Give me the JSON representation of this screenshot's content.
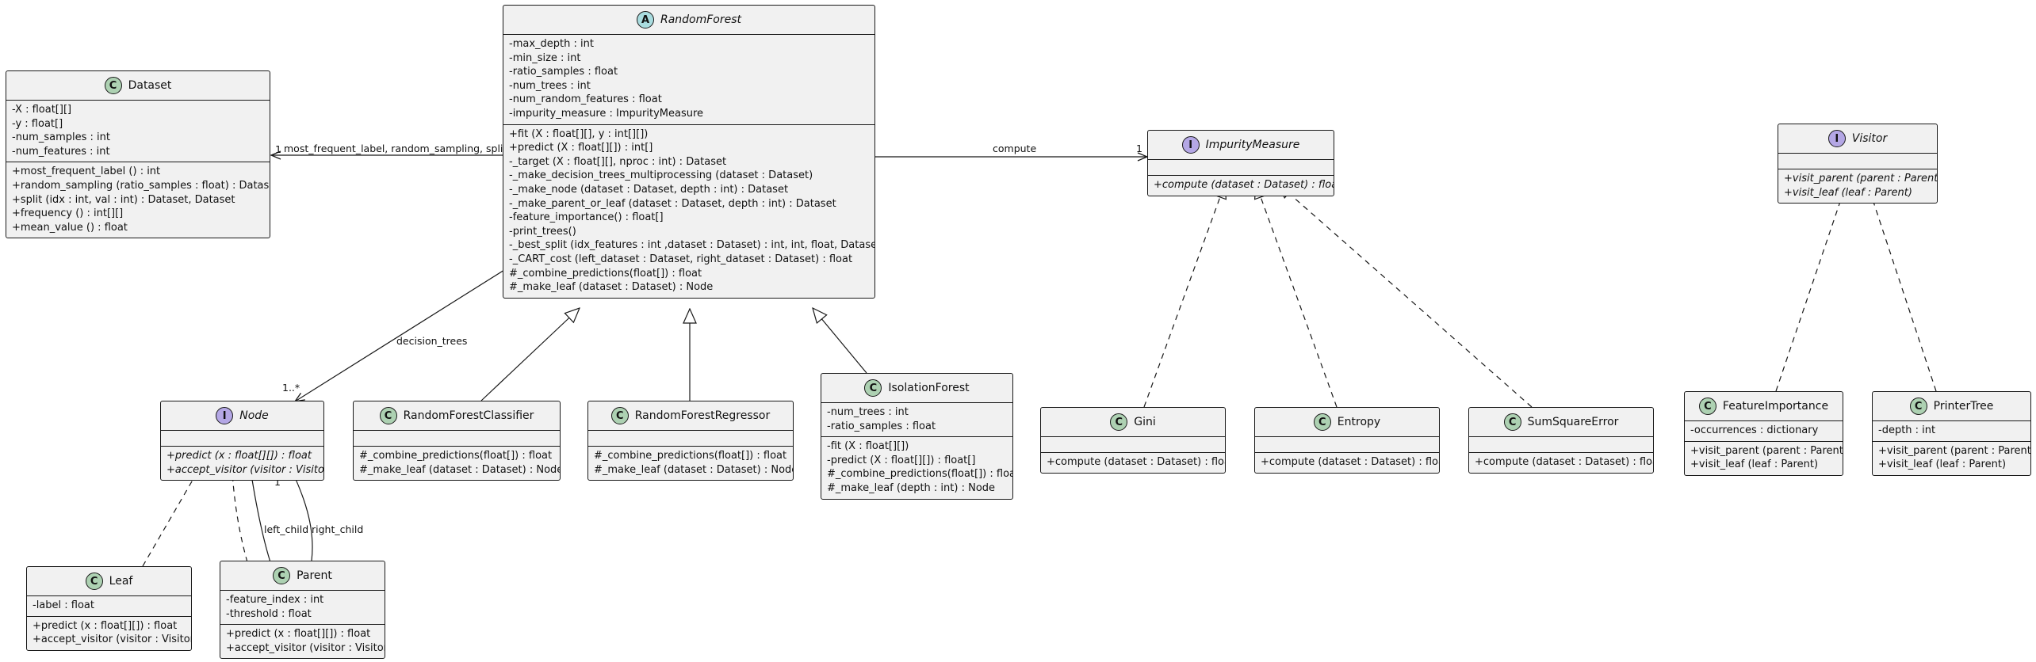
{
  "classes": {
    "randomforest": {
      "stereotype": "A",
      "name": "RandomForest",
      "attributes": [
        "-max_depth : int",
        "-min_size : int",
        "-ratio_samples : float",
        "-num_trees : int",
        "-num_random_features : float",
        "-impurity_measure : ImpurityMeasure"
      ],
      "methods": [
        "+fit (X : float[][], y : int[][])",
        "+predict (X : float[][]) : int[]",
        "-_target (X : float[][], nproc : int) : Dataset",
        "-_make_decision_trees_multiprocessing (dataset : Dataset)",
        "-_make_node (dataset : Dataset, depth : int) : Dataset",
        "-_make_parent_or_leaf (dataset : Dataset, depth : int) : Dataset",
        "-feature_importance() : float[]",
        "-print_trees()",
        "-_best_split (idx_features : int ,dataset : Dataset) : int, int, float, Dataset[]",
        "-_CART_cost (left_dataset : Dataset, right_dataset : Dataset) : float",
        "#_combine_predictions(float[]) : float",
        "#_make_leaf (dataset : Dataset) : Node"
      ]
    },
    "dataset": {
      "stereotype": "C",
      "name": "Dataset",
      "attributes": [
        "-X : float[][]",
        "-y : float[]",
        "-num_samples : int",
        "-num_features : int"
      ],
      "methods": [
        "+most_frequent_label () : int",
        "+random_sampling (ratio_samples : float) : Dataset",
        "+split (idx : int, val : int) : Dataset, Dataset",
        "+frequency () : int[][]",
        "+mean_value () : float"
      ]
    },
    "impuritymeasure": {
      "stereotype": "I",
      "name": "ImpurityMeasure",
      "attributes": [],
      "methods": [
        "+compute (dataset : Dataset) : float"
      ],
      "abstract_methods": true
    },
    "visitor": {
      "stereotype": "I",
      "name": "Visitor",
      "attributes": [],
      "methods": [
        "+visit_parent (parent : Parent)",
        "+visit_leaf (leaf : Parent)"
      ],
      "abstract_methods": true
    },
    "node": {
      "stereotype": "I",
      "name": "Node",
      "attributes": [],
      "methods": [
        "+predict (x : float[][]) : float",
        "+accept_visitor (visitor : Visitor)"
      ],
      "abstract_methods": true
    },
    "randomforestclassifier": {
      "stereotype": "C",
      "name": "RandomForestClassifier",
      "attributes": [],
      "methods": [
        "#_combine_predictions(float[]) : float",
        "#_make_leaf (dataset : Dataset) : Node"
      ]
    },
    "randomforestregressor": {
      "stereotype": "C",
      "name": "RandomForestRegressor",
      "attributes": [],
      "methods": [
        "#_combine_predictions(float[]) : float",
        "#_make_leaf (dataset : Dataset) : Node"
      ]
    },
    "isolationforest": {
      "stereotype": "C",
      "name": "IsolationForest",
      "attributes": [
        "-num_trees : int",
        "-ratio_samples : float"
      ],
      "methods": [
        "-fit (X : float[][])",
        "-predict (X : float[][]) : float[]",
        "#_combine_predictions(float[]) : float",
        "#_make_leaf (depth : int) : Node"
      ]
    },
    "gini": {
      "stereotype": "C",
      "name": "Gini",
      "attributes": [],
      "methods": [
        "+compute (dataset : Dataset) : float"
      ]
    },
    "entropy": {
      "stereotype": "C",
      "name": "Entropy",
      "attributes": [],
      "methods": [
        "+compute (dataset : Dataset) : float"
      ]
    },
    "sumsquareerror": {
      "stereotype": "C",
      "name": "SumSquareError",
      "attributes": [],
      "methods": [
        "+compute (dataset : Dataset) : float"
      ]
    },
    "featureimportance": {
      "stereotype": "C",
      "name": "FeatureImportance",
      "attributes": [
        "-occurrences : dictionary"
      ],
      "methods": [
        "+visit_parent (parent : Parent)",
        "+visit_leaf (leaf : Parent)"
      ]
    },
    "printertree": {
      "stereotype": "C",
      "name": "PrinterTree",
      "attributes": [
        "-depth : int"
      ],
      "methods": [
        "+visit_parent (parent : Parent)",
        "+visit_leaf (leaf : Parent)"
      ]
    },
    "leaf": {
      "stereotype": "C",
      "name": "Leaf",
      "attributes": [
        "-label : float"
      ],
      "methods": [
        "+predict (x : float[][]) : float",
        "+accept_visitor (visitor : Visitor)"
      ]
    },
    "parent": {
      "stereotype": "C",
      "name": "Parent",
      "attributes": [
        "-feature_index : int",
        "-threshold : float"
      ],
      "methods": [
        "+predict (x : float[][]) : float",
        "+accept_visitor (visitor : Visitor)"
      ]
    }
  },
  "edge_labels": {
    "dataset_assoc": "most_frequent_label, random_sampling, split",
    "dataset_mult": "1",
    "compute": "compute",
    "compute_mult": "1",
    "decision_trees": "decision_trees",
    "decision_trees_mult": "1..*",
    "left_child": "left_child",
    "right_child": "right_child",
    "left_mult": "1",
    "right_mult": "1"
  }
}
